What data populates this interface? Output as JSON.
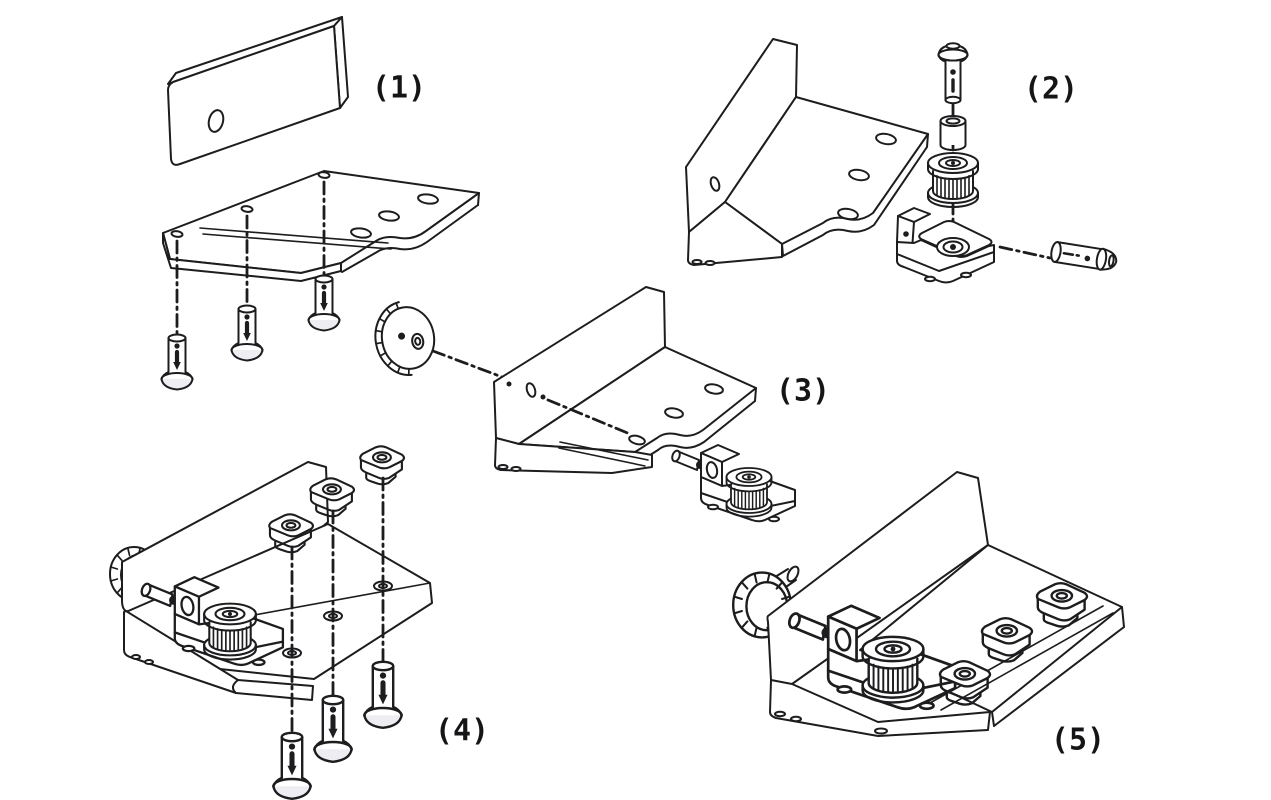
{
  "diagram": {
    "background_color": "#ffffff",
    "ink_color": "#1d1d1f",
    "shade_color": "#ededf2",
    "kind": "exploded-assembly-instructions"
  },
  "steps": [
    {
      "label": "(1)",
      "parts": "mounting-bar, slotted base-plate, 3 button-head screws"
    },
    {
      "label": "(2)",
      "parts": "L-bracket, button-head screw, spacer, timing pulley, tensioner block, clevis pin"
    },
    {
      "label": "(3)",
      "parts": "thumb knob, L-bracket, tensioner pulley sub-assembly"
    },
    {
      "label": "(4)",
      "parts": "assembled bracket with knob and pulley, 3 t-nuts, 3 button-head screws"
    },
    {
      "label": "(5)",
      "parts": "fully assembled tensioner bracket with t-nuts installed"
    }
  ]
}
